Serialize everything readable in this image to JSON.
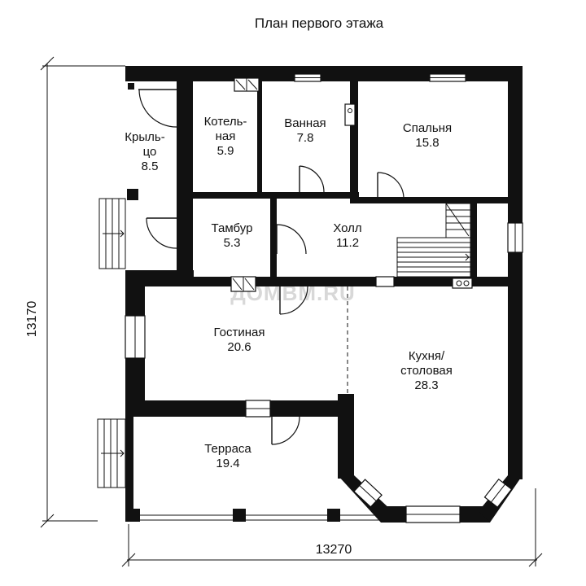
{
  "title": "План первого этажа",
  "watermark": "ДОМВМ.RU",
  "dimensions": {
    "width": "13270",
    "height": "13170"
  },
  "rooms": {
    "porch": {
      "name_line1": "Крыль-",
      "name_line2": "цо",
      "area": "8.5"
    },
    "boiler": {
      "name_line1": "Котель-",
      "name_line2": "ная",
      "area": "5.9"
    },
    "bathroom": {
      "name": "Ванная",
      "area": "7.8"
    },
    "bedroom": {
      "name": "Спальня",
      "area": "15.8"
    },
    "vestibule": {
      "name": "Тамбур",
      "area": "5.3"
    },
    "hall": {
      "name": "Холл",
      "area": "11.2"
    },
    "living": {
      "name": "Гостиная",
      "area": "20.6"
    },
    "kitchen": {
      "name_line1": "Кухня/",
      "name_line2": "столовая",
      "area": "28.3"
    },
    "terrace": {
      "name": "Терраса",
      "area": "19.4"
    }
  },
  "colors": {
    "wall": "#111111",
    "background": "#ffffff",
    "watermark": "#d8d8d8"
  }
}
